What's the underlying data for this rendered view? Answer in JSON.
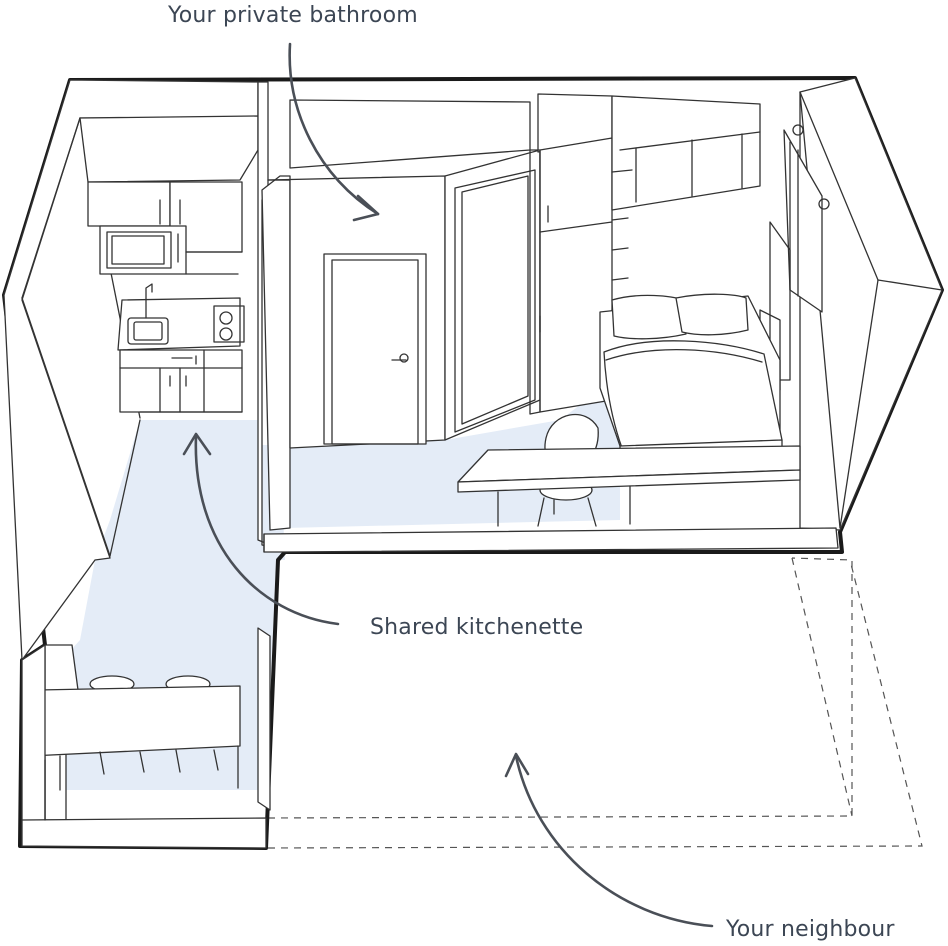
{
  "labels": {
    "bathroom": "Your private bathroom",
    "kitchenette": "Shared kitchenette",
    "neighbour": "Your neighbour"
  },
  "colors": {
    "floor": "#e4ecf7",
    "outline": "#1a1a1a",
    "label_text": "#3c4654",
    "arrow": "#4a4f57"
  }
}
